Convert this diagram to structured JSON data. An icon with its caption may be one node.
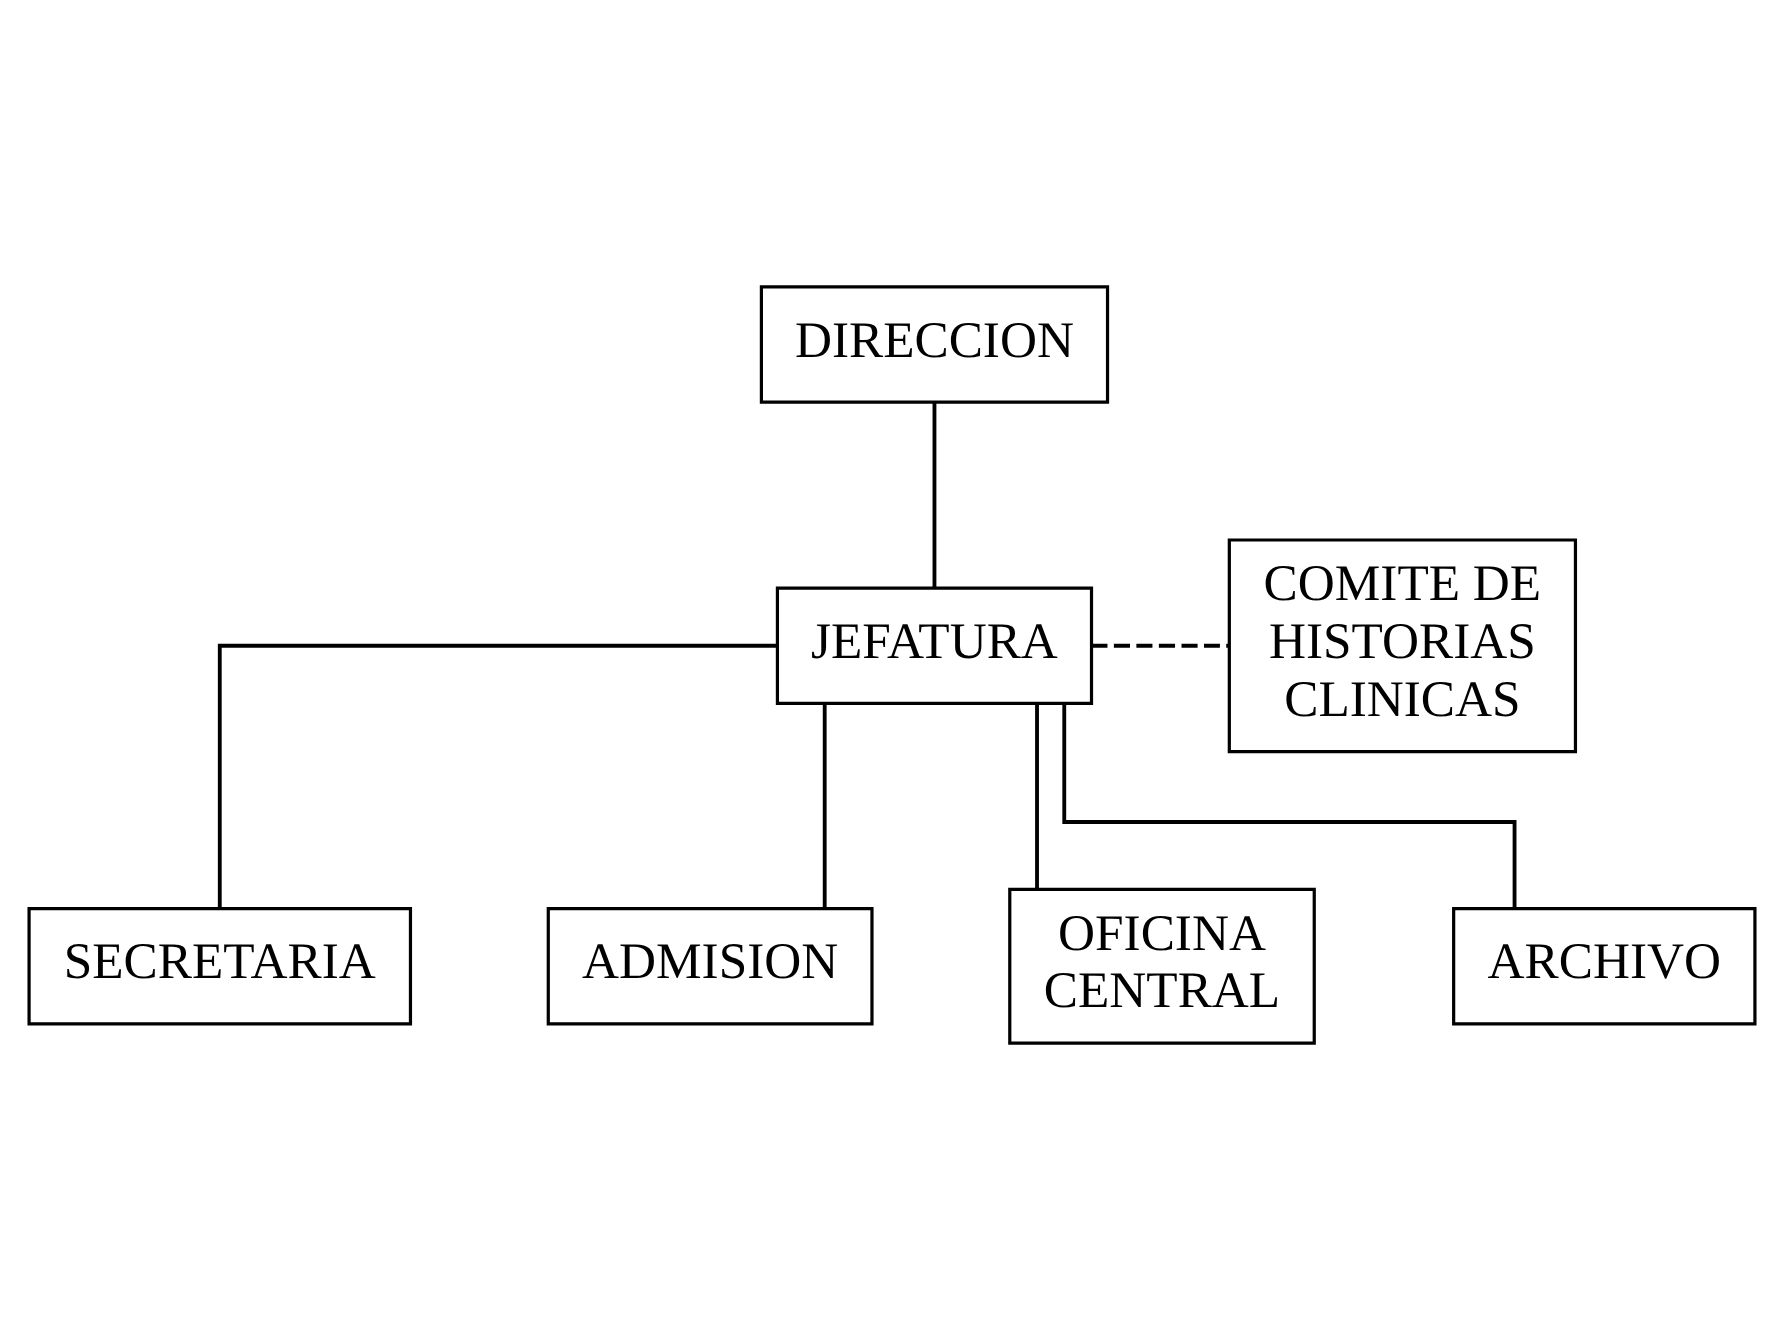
{
  "diagram": {
    "nodes": [
      {
        "text": [
          "DIRECCION"
        ]
      },
      {
        "text": [
          "JEFATURA"
        ]
      },
      {
        "text": [
          "COMITE DE HISTORIAS CLINICAS"
        ]
      },
      {
        "text": [
          "SECRETARIA"
        ]
      },
      {
        "text": [
          "ADMISION"
        ]
      },
      {
        "text": [
          "OFICINA CENTRAL"
        ]
      },
      {
        "text": [
          "ARCHIVO"
        ]
      }
    ],
    "edges": [
      {
        "from": 0,
        "to": 1,
        "arrow": "none"
      },
      {
        "from": 1,
        "to": 2,
        "arrow": "none",
        "style": "dashed"
      },
      {
        "from": 1,
        "to": 3,
        "arrow": "none"
      },
      {
        "from": 1,
        "to": 4,
        "arrow": "none"
      },
      {
        "from": 1,
        "to": 5,
        "arrow": "none"
      },
      {
        "from": 1,
        "to": 6,
        "arrow": "none"
      }
    ]
  }
}
